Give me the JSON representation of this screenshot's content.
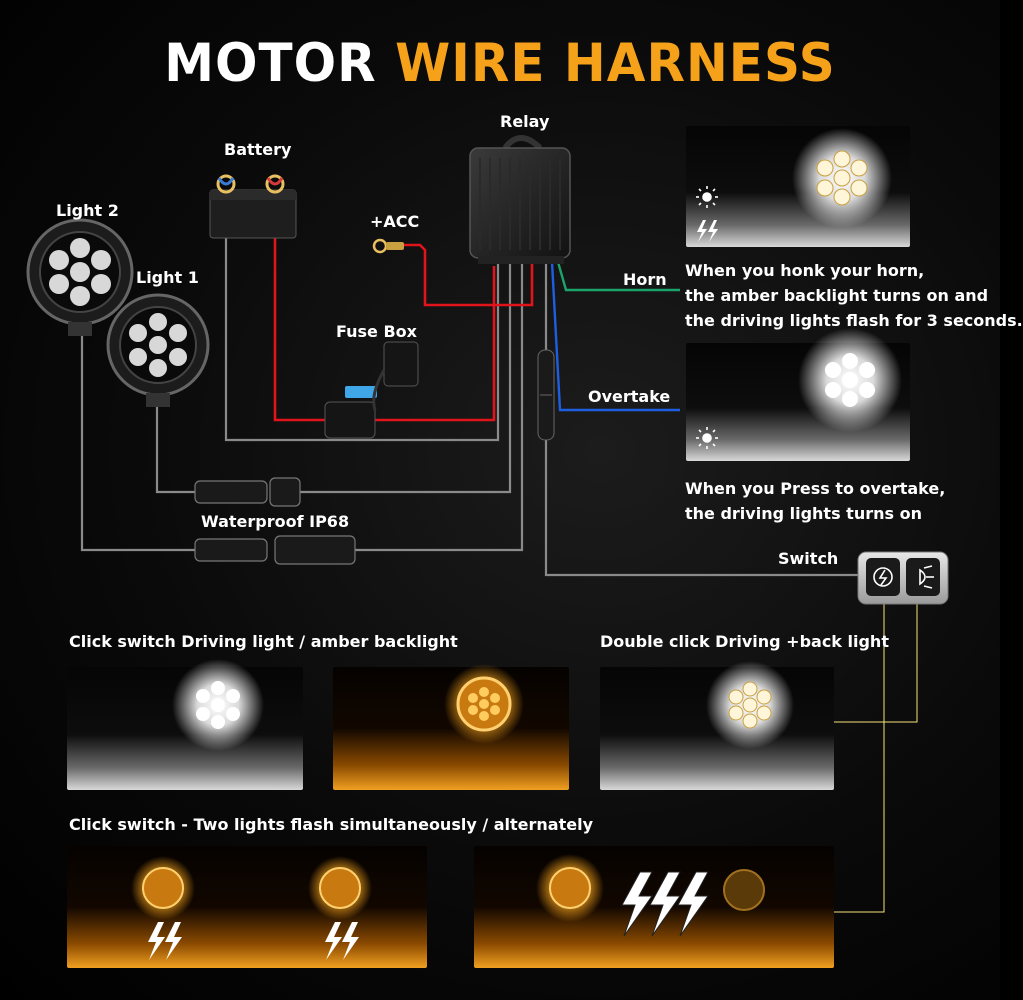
{
  "title": {
    "part1": "MOTOR",
    "part2": "WIRE HARNESS"
  },
  "labels": {
    "relay": "Relay",
    "battery": "Battery",
    "acc": "+ACC",
    "light2": "Light 2",
    "light1": "Light 1",
    "fuse_box": "Fuse Box",
    "horn": "Horn",
    "overtake": "Overtake",
    "waterproof": "Waterproof IP68",
    "switch": "Switch"
  },
  "horn_desc": [
    "When you honk your horn,",
    "the amber backlight turns on and",
    "the driving lights flash for 3 seconds."
  ],
  "overtake_desc": [
    "When you Press to overtake,",
    "the driving lights turns on"
  ],
  "sections": {
    "click_driving": "Click switch Driving light / amber backlight",
    "double_click": "Double click Driving +back light",
    "click_flash": "Click switch - Two lights flash simultaneously / alternately"
  },
  "colors": {
    "accent_orange": "#f5a21a",
    "wire_red": "#e0141a",
    "wire_green": "#1aa36a",
    "wire_blue": "#1d5fe0",
    "wire_black": "#8a8a8a",
    "switch_wire_yellow": "#f5e27a"
  },
  "icons": [
    "sun-icon",
    "lightning-icon",
    "flash-icon",
    "headlight-icon"
  ]
}
